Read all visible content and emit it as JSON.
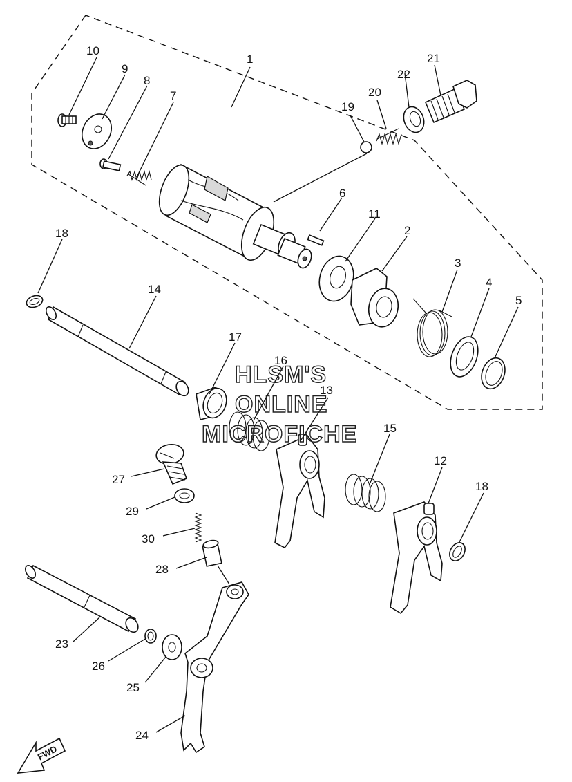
{
  "watermark": {
    "line1": "HLSM'S",
    "line2": "ONLINE",
    "line3": "MICROFICHE"
  },
  "fwd_label": "FWD",
  "part_numbers": {
    "p1": "1",
    "p2": "2",
    "p3": "3",
    "p4": "4",
    "p5": "5",
    "p6": "6",
    "p7": "7",
    "p8": "8",
    "p9": "9",
    "p10": "10",
    "p11": "11",
    "p12": "12",
    "p13": "13",
    "p14": "14",
    "p15": "15",
    "p16": "16",
    "p17": "17",
    "p18a": "18",
    "p18b": "18",
    "p19": "19",
    "p20": "20",
    "p21": "21",
    "p22": "22",
    "p23": "23",
    "p24": "24",
    "p25": "25",
    "p26": "26",
    "p27": "27",
    "p28": "28",
    "p29": "29",
    "p30": "30"
  }
}
